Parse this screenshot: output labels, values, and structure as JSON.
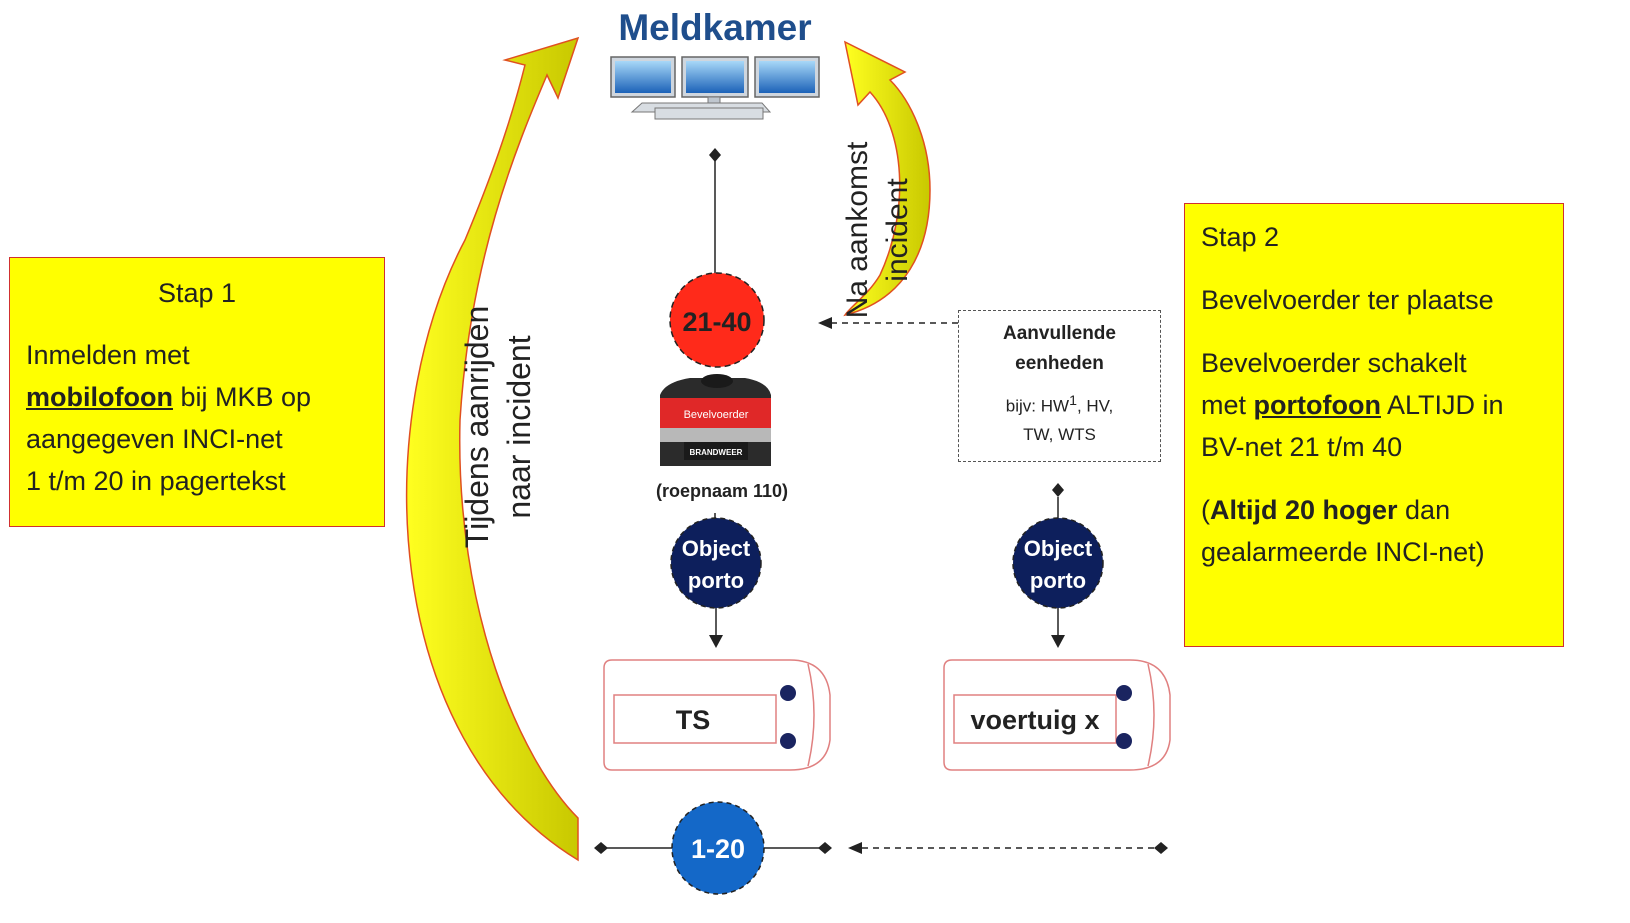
{
  "title": "Meldkamer",
  "step1": {
    "title": "Stap 1",
    "line1": "Inmelden met",
    "line2_bold": "mobilofoon",
    "line2_rest": " bij MKB op",
    "line3": "aangegeven INCI-net",
    "line4": "1 t/m 20 in pagertekst"
  },
  "step2": {
    "title": "Stap 2",
    "line1": "Bevelvoerder ter plaatse",
    "line2": "Bevelvoerder schakelt",
    "line3_pre": "met ",
    "line3_bold": "portofoon",
    "line3_rest": " ALTIJD  in",
    "line4": "BV-net 21 t/m 40",
    "line5_open": "(",
    "line5_bold": "Altijd 20 hoger",
    "line5_rest": " dan",
    "line6": "gealarmeerde INCI-net)"
  },
  "arrow_left_label": {
    "line1": "Tijdens aanrijden",
    "line2": "naar incident"
  },
  "arrow_right_label": {
    "line1": "Na aankomst",
    "line2": "incident"
  },
  "net_bv": "21-40",
  "net_inci": "1-20",
  "commander": {
    "jacket_label": "Bevelvoerder",
    "band_label": "BRANDWEER",
    "callsign": "(roepnaam 110)"
  },
  "object_porto": {
    "line1": "Object",
    "line2": "porto"
  },
  "additional_units": {
    "title_line1": "Aanvullende",
    "title_line2": "eenheden",
    "example_prefix": "bijv: HW",
    "example_sup": "1",
    "example_rest": ", HV,",
    "example_line2": "TW, WTS"
  },
  "vehicles": [
    "TS",
    "voertuig x"
  ],
  "colors": {
    "red_circle": "#ff2a1a",
    "blue_circle": "#1468c8",
    "navy_circle": "#0d1f5c",
    "box_fill": "#ffff00",
    "title": "#1f4e8c",
    "vehicle_outline": "#e08080"
  }
}
